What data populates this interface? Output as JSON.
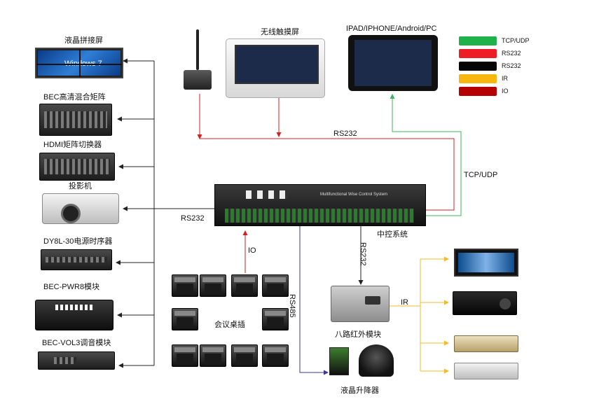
{
  "left_devices": [
    {
      "label": "液晶拼接屏",
      "screen_text": "Windows 7"
    },
    {
      "label": "BEC高清混合矩阵"
    },
    {
      "label": "HDMI矩阵切换器"
    },
    {
      "label": "投影机"
    },
    {
      "label": "DY8L-30电源时序器"
    },
    {
      "label": "BEC-PWR8模块"
    },
    {
      "label": "BEC-VOL3调音模块"
    }
  ],
  "top_devices": {
    "touch_screen_label": "无线触摸屏",
    "tablet_label": "IPAD/IPHONE/Android/PC"
  },
  "controller": {
    "label": "中控系统",
    "front_text": "Multifunctional Wise Control System"
  },
  "connection_labels": {
    "rs232_top": "RS232",
    "tcp_udp": "TCP/UDP",
    "rs232_left": "RS232",
    "io": "IO",
    "rs485": "RS485",
    "rs232_down": "RS232",
    "ir": "IR"
  },
  "bottom_devices": {
    "sockets_label": "会议桌插",
    "ir_module_label": "八路红外模块",
    "lift_label": "液晶升降器"
  },
  "legend": [
    {
      "label": "TCP/UDP",
      "color": "#1fb14a"
    },
    {
      "label": "RS232",
      "color": "#ee1c24"
    },
    {
      "label": "RS232",
      "color": "#050505"
    },
    {
      "label": "IR",
      "color": "#f8b70e"
    },
    {
      "label": "IO",
      "color": "#b40000"
    }
  ],
  "colors": {
    "rs232_line": "#d42020",
    "tcp_line": "#3cb45a",
    "rs485_line": "#3a3a9a",
    "ir_line": "#f5b92a",
    "io_line": "#c02020",
    "black_line": "#222222"
  }
}
